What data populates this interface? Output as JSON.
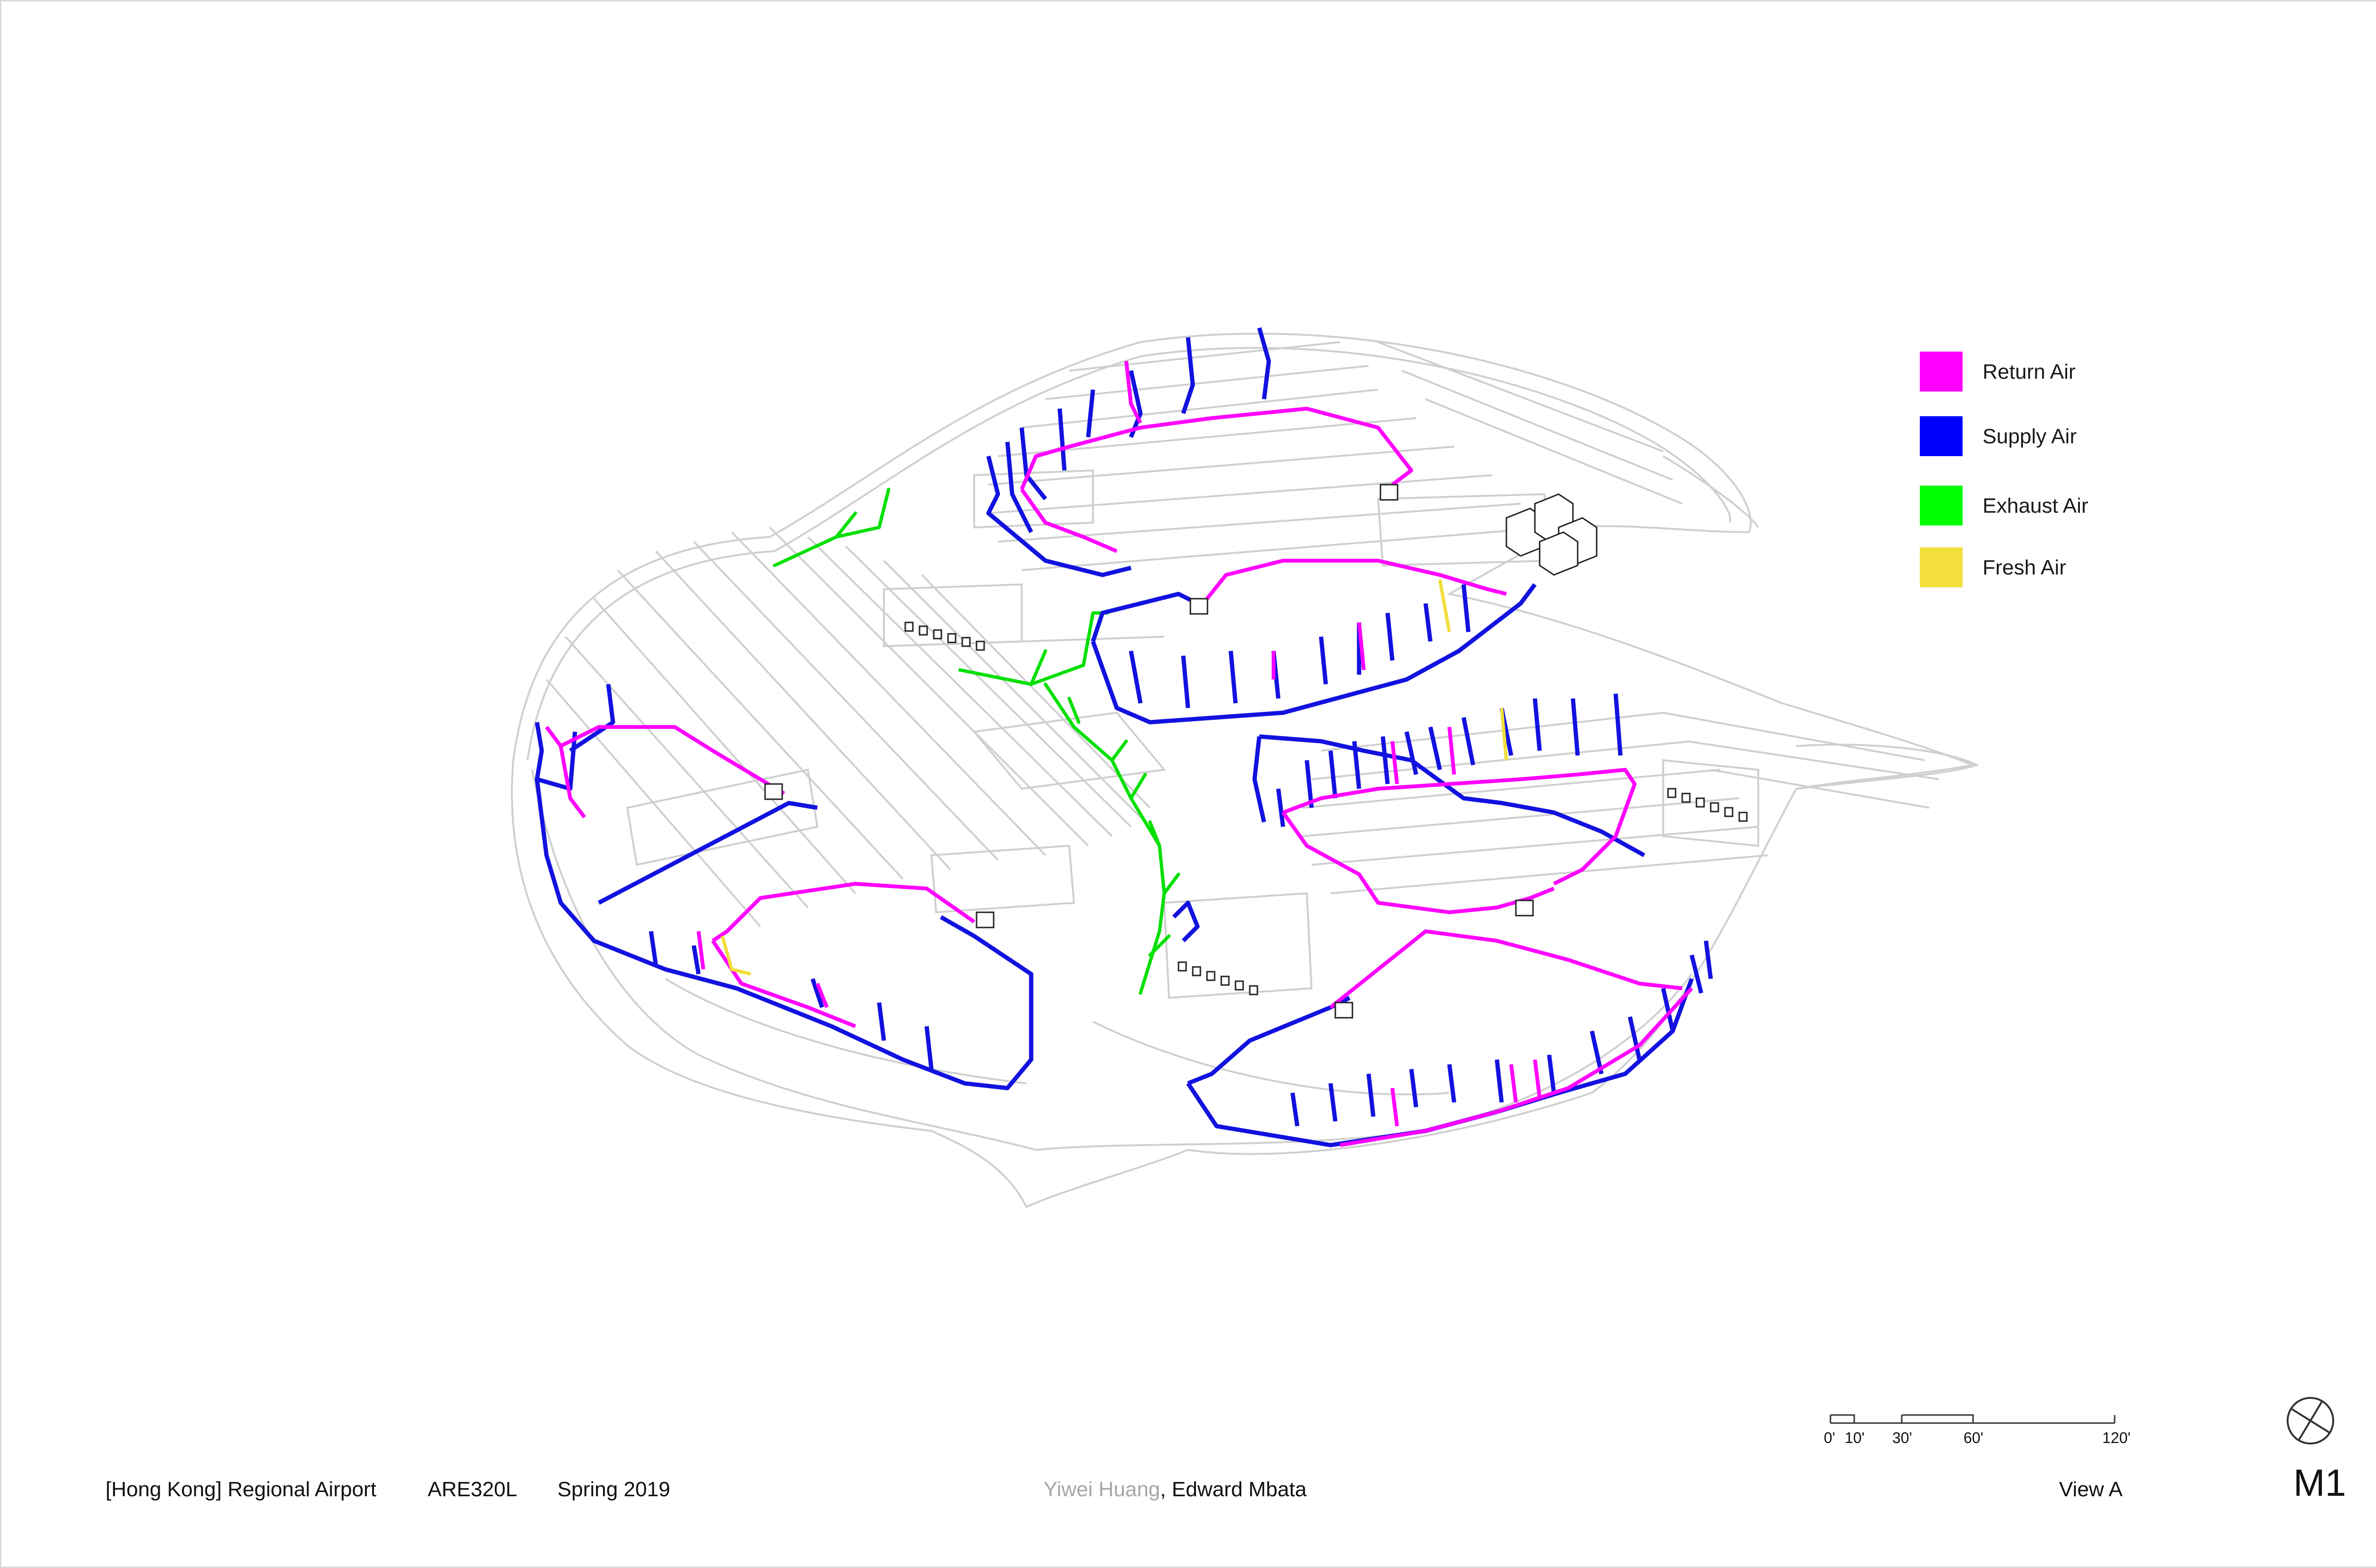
{
  "legend": {
    "items": [
      {
        "label": "Return Air",
        "color": "#ff00ff"
      },
      {
        "label": "Supply Air",
        "color": "#0000ff"
      },
      {
        "label": "Exhaust Air",
        "color": "#00ff00"
      },
      {
        "label": "Fresh Air",
        "color": "#f2de3c"
      }
    ]
  },
  "footer": {
    "project": "[Hong Kong] Regional Airport",
    "course": "ARE320L",
    "term": "Spring 2019",
    "author_1": "Yiwei Huang",
    "author_separator": ", ",
    "author_2": "Edward Mbata",
    "view": "View A",
    "sheet": "M1"
  },
  "scale_bar": {
    "labels": [
      "0'",
      "10'",
      "30'",
      "60'",
      "120'"
    ]
  },
  "colors": {
    "structure": "#cfcfcf",
    "return_air": "#ff00ff",
    "supply_air": "#0000ff",
    "exhaust_air": "#00ff00",
    "fresh_air": "#f2de3c"
  }
}
